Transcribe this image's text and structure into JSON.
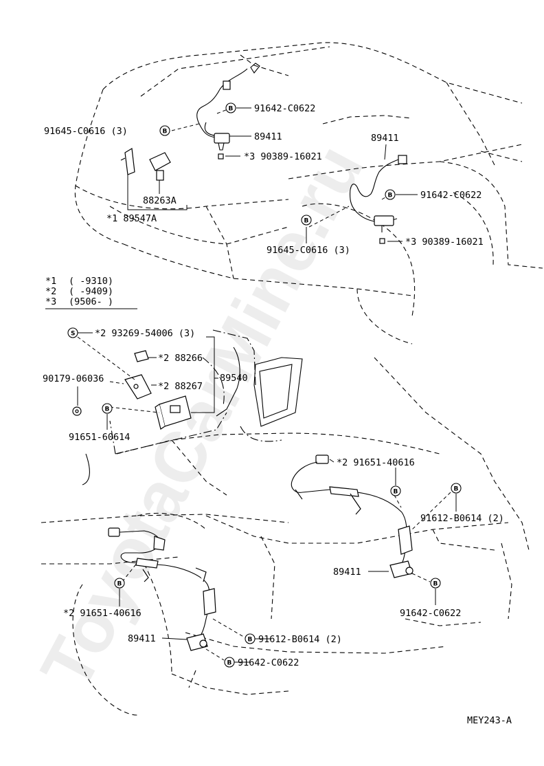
{
  "watermark": "ToyotaCarMine.ru",
  "diagram_code": "MEY243-A",
  "symbols": {
    "bolt": "B",
    "screw": "S"
  },
  "notes": [
    {
      "mark": "*1",
      "range": "(      -9310)"
    },
    {
      "mark": "*2",
      "range": "(      -9409)"
    },
    {
      "mark": "*3",
      "range": "(9506-      )"
    }
  ],
  "labels": {
    "front_bolt_top": "91642-C0622",
    "bracket_bolt_left": "91645-C0616 (3)",
    "sensor_front_left": "89411",
    "clip_top_left": "*3  90389-16021",
    "sensor_front_right": "89411",
    "front_bolt_right": "91642-C0622",
    "connector_cover": "88263A",
    "harness_clamp": "*1  89547A",
    "bracket_bolt_right": "91645-C0616 (3)",
    "clip_top_right": "*3  90389-16021",
    "screw_ecu": "*2  93269-54006 (3)",
    "ecu_bracket_a": "*2  88266",
    "ecu_assy": "89540",
    "nut": "90179-06036",
    "ecu_bracket_b": "*2  88267",
    "ecu_bolt": "91651-60614",
    "rear_bolt_right": "*2  91651-40616",
    "rear_clamp_bolt_right": "91612-B0614 (2)",
    "sensor_rear_right": "89411",
    "rear_sensor_bolt_right": "91642-C0622",
    "rear_bolt_left": "*2  91651-40616",
    "sensor_rear_left": "89411",
    "rear_clamp_bolt_left": "91612-B0614 (2)",
    "rear_sensor_bolt_left": "91642-C0622"
  }
}
